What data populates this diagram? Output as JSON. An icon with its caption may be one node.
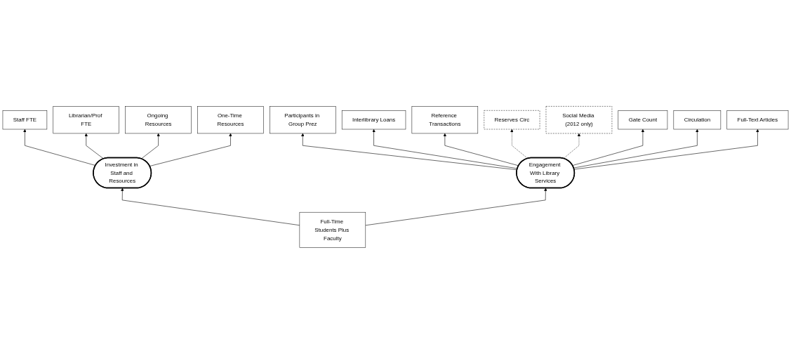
{
  "diagram": {
    "nodes": [
      {
        "text": [
          "Full-Time Students Plus Faculty"
        ]
      },
      {
        "text": [
          "Investment in Staff and Resources"
        ]
      },
      {
        "text": [
          "Engagement With Library Services"
        ]
      },
      {
        "text": [
          "Staff FTE"
        ]
      },
      {
        "text": [
          "Librarian/Prof FTE"
        ]
      },
      {
        "text": [
          "Ongoing Resources"
        ]
      },
      {
        "text": [
          "One-Time Resources"
        ]
      },
      {
        "text": [
          "Participants in Group Prez"
        ]
      },
      {
        "text": [
          "Interlibrary Loans"
        ]
      },
      {
        "text": [
          "Reference Transactions"
        ]
      },
      {
        "text": [
          "Reserves Circ"
        ]
      },
      {
        "text": [
          "Social Media (2012 only)"
        ]
      },
      {
        "text": [
          "Gate Count"
        ]
      },
      {
        "text": [
          "Circulation"
        ]
      },
      {
        "text": [
          "Full-Text Articles"
        ]
      }
    ],
    "edges": [
      {
        "from": 0,
        "to": 1,
        "arrow": "to"
      },
      {
        "from": 0,
        "to": 2,
        "arrow": "to"
      },
      {
        "from": 1,
        "to": 3,
        "arrow": "to"
      },
      {
        "from": 1,
        "to": 4,
        "arrow": "to"
      },
      {
        "from": 1,
        "to": 5,
        "arrow": "to"
      },
      {
        "from": 1,
        "to": 6,
        "arrow": "to"
      },
      {
        "from": 2,
        "to": 7,
        "arrow": "to"
      },
      {
        "from": 2,
        "to": 8,
        "arrow": "to"
      },
      {
        "from": 2,
        "to": 9,
        "arrow": "to"
      },
      {
        "from": 2,
        "to": 10,
        "arrow": "to",
        "style": "dashed"
      },
      {
        "from": 2,
        "to": 11,
        "arrow": "to",
        "style": "dashed"
      },
      {
        "from": 2,
        "to": 12,
        "arrow": "to"
      },
      {
        "from": 2,
        "to": 13,
        "arrow": "to"
      },
      {
        "from": 2,
        "to": 14,
        "arrow": "to"
      }
    ]
  }
}
